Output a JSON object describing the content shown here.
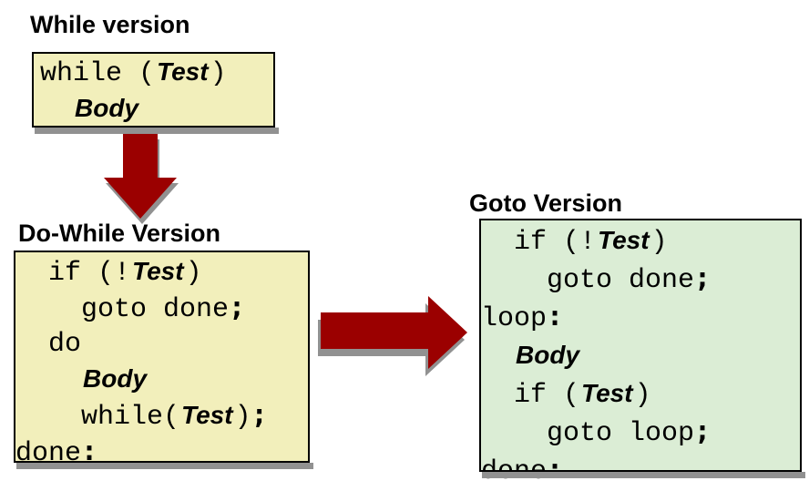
{
  "sections": {
    "while_version": {
      "heading": "While version"
    },
    "do_while_version": {
      "heading": "Do-While Version"
    },
    "goto_version": {
      "heading": "Goto Version"
    }
  },
  "code": {
    "while_box": [
      [
        {
          "t": "while (",
          "s": "m"
        },
        {
          "t": "Test",
          "s": "v"
        },
        {
          "t": ")",
          "s": "m"
        }
      ],
      [
        {
          "t": "  ",
          "s": "m"
        },
        {
          "t": "Body",
          "s": "v"
        }
      ]
    ],
    "dowhile_box": [
      [
        {
          "t": "  if (!",
          "s": "m"
        },
        {
          "t": "Test",
          "s": "v"
        },
        {
          "t": ")",
          "s": "m"
        }
      ],
      [
        {
          "t": "    goto done",
          "s": "m"
        },
        {
          "t": ";",
          "s": "p"
        }
      ],
      [
        {
          "t": "  do",
          "s": "m"
        }
      ],
      [
        {
          "t": "    ",
          "s": "m"
        },
        {
          "t": "Body",
          "s": "v"
        }
      ],
      [
        {
          "t": "    while(",
          "s": "m"
        },
        {
          "t": "Test",
          "s": "v"
        },
        {
          "t": ")",
          "s": "m"
        },
        {
          "t": ";",
          "s": "p"
        }
      ],
      [
        {
          "t": "done",
          "s": "m"
        },
        {
          "t": ":",
          "s": "p"
        }
      ]
    ],
    "goto_box": [
      [
        {
          "t": "  if (!",
          "s": "m"
        },
        {
          "t": "Test",
          "s": "v"
        },
        {
          "t": ")",
          "s": "m"
        }
      ],
      [
        {
          "t": "    goto done",
          "s": "m"
        },
        {
          "t": ";",
          "s": "p"
        }
      ],
      [
        {
          "t": "loop",
          "s": "m"
        },
        {
          "t": ":",
          "s": "p"
        }
      ],
      [
        {
          "t": "  ",
          "s": "m"
        },
        {
          "t": "Body",
          "s": "v"
        }
      ],
      [
        {
          "t": "  if (",
          "s": "m"
        },
        {
          "t": "Test",
          "s": "v"
        },
        {
          "t": ")",
          "s": "m"
        }
      ],
      [
        {
          "t": "    goto loop",
          "s": "m"
        },
        {
          "t": ";",
          "s": "p"
        }
      ],
      [
        {
          "t": "done",
          "s": "m"
        },
        {
          "t": ":",
          "s": "p"
        }
      ]
    ]
  },
  "colors": {
    "code_box_yellow": "#F2EFBB",
    "code_box_green": "#DBEDD5",
    "arrow_red": "#9B0000",
    "shadow_gray": "#919191",
    "border": "#000000",
    "text": "#000000"
  }
}
